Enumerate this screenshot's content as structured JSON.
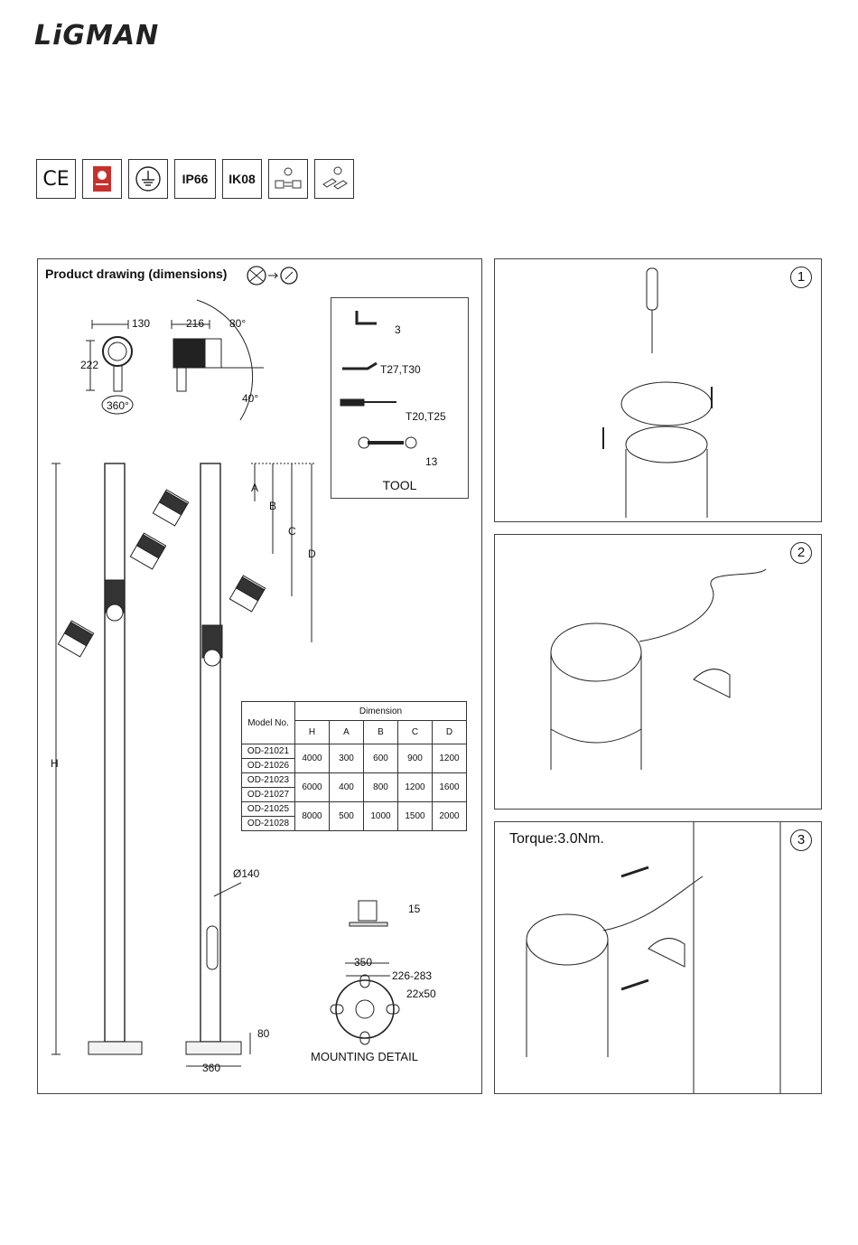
{
  "brand": {
    "logo": "LiGMAN"
  },
  "certifications": [
    "CE",
    "Quality mark",
    "Class I earth",
    "IP66",
    "IK08",
    "Replaceable light source",
    "Replaceable control gear"
  ],
  "drawing": {
    "title": "Product drawing (dimensions)",
    "head_dims": {
      "width": "130",
      "height": "222",
      "rotation": "360°",
      "depth": "216",
      "tilt_up": "80°",
      "tilt_down": "40°"
    },
    "tool": {
      "title": "TOOL",
      "sizes": [
        "3",
        "T27,T30",
        "T20,T25",
        "13"
      ]
    },
    "pole_labels": {
      "H": "H",
      "A": "A",
      "B": "B",
      "C": "C",
      "D": "D",
      "diameter": "Ø140",
      "base_height": "80",
      "base_width": "360"
    },
    "table": {
      "title": "Dimension",
      "model_header": "Model No.",
      "columns": [
        "H",
        "A",
        "B",
        "C",
        "D"
      ],
      "rows": [
        {
          "models": [
            "OD-21021",
            "OD-21026"
          ],
          "values": [
            "4000",
            "300",
            "600",
            "900",
            "1200"
          ]
        },
        {
          "models": [
            "OD-21023",
            "OD-21027"
          ],
          "values": [
            "6000",
            "400",
            "800",
            "1200",
            "1600"
          ]
        },
        {
          "models": [
            "OD-21025",
            "OD-21028"
          ],
          "values": [
            "8000",
            "500",
            "1000",
            "1500",
            "2000"
          ]
        }
      ]
    },
    "mounting": {
      "title": "MOUNTING DETAIL",
      "plate_thickness": "15",
      "plate_width": "350",
      "bolt_spacing": "226-283",
      "slot": "22x50"
    }
  },
  "steps": [
    {
      "number": "1"
    },
    {
      "number": "2"
    },
    {
      "number": "3",
      "torque": "Torque:3.0Nm."
    }
  ]
}
